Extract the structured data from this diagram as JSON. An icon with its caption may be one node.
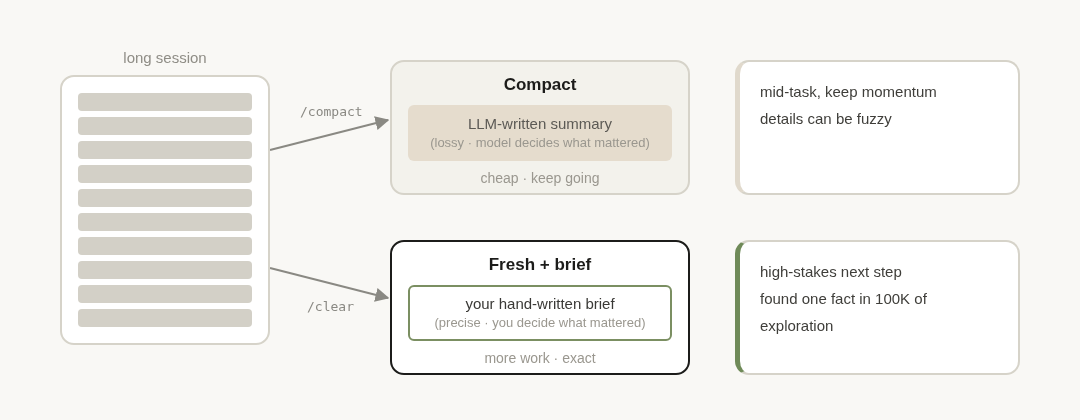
{
  "diagram": {
    "nodes": [
      {
        "text": [
          "long session"
        ]
      },
      {
        "text": [
          "Compact",
          "cheap · keep going"
        ]
      },
      {
        "text": [
          "LLM-written summary",
          "(lossy · model decides what mattered)"
        ],
        "in": 1
      },
      {
        "text": [
          "Fresh + brief",
          "more work · exact"
        ]
      },
      {
        "text": [
          "your hand-written brief",
          "(precise · you decide what mattered)"
        ],
        "in": 3
      },
      {
        "text": [
          "mid-task, keep momentum",
          "details can be fuzzy"
        ]
      },
      {
        "text": [
          "high-stakes next step",
          "found one fact in 100K of exploration"
        ]
      }
    ],
    "edges": [
      {
        "from": 0,
        "to": 1,
        "arrow": "to",
        "label": "/compact"
      },
      {
        "from": 0,
        "to": 3,
        "arrow": "to",
        "label": "/clear"
      }
    ]
  }
}
